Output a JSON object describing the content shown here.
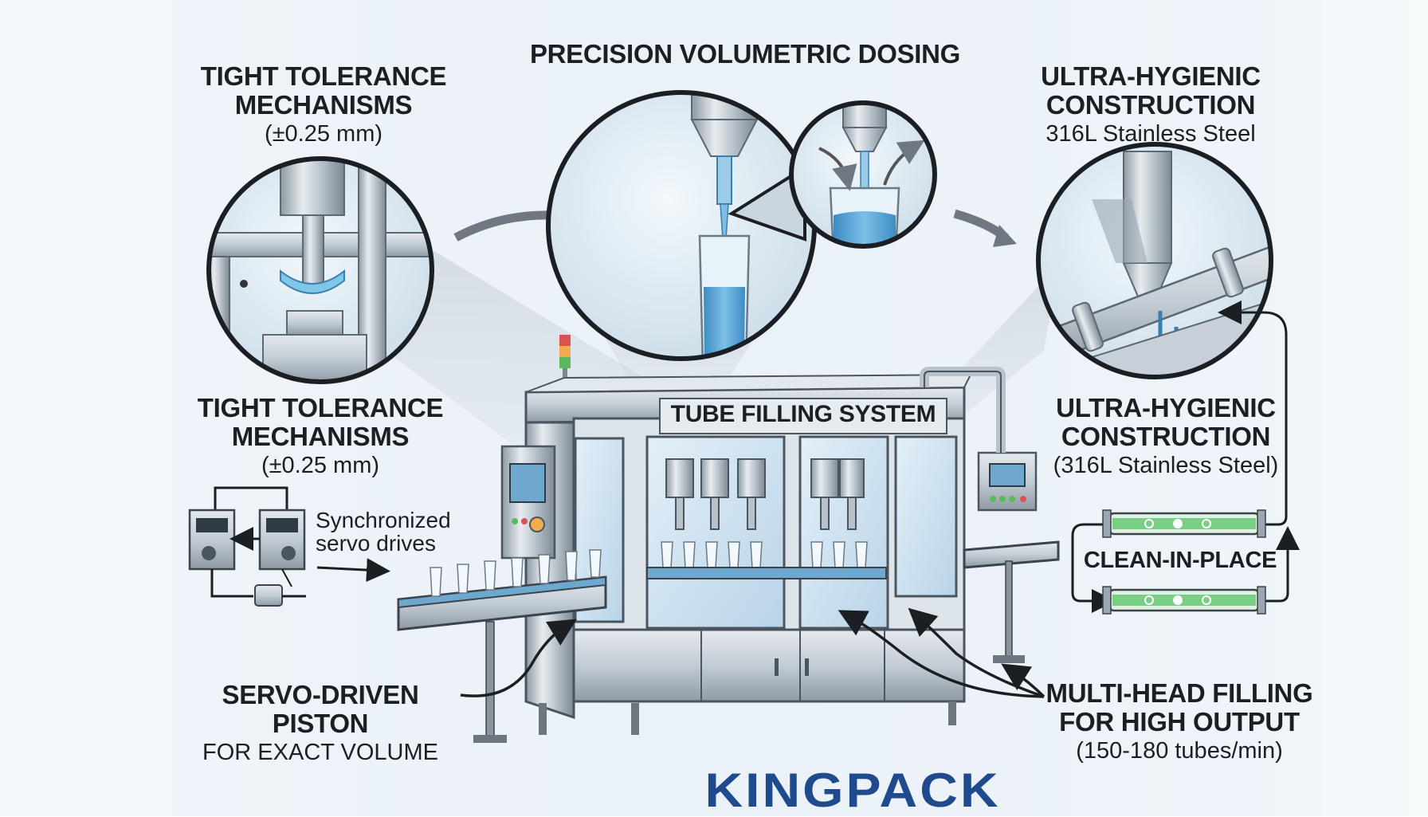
{
  "labels": {
    "top_left": {
      "title_line1": "TIGHT TOLERANCE",
      "title_line2": "MECHANISMS",
      "sub": "(±0.25 mm)"
    },
    "top_center": {
      "title": "PRECISION VOLUMETRIC DOSING"
    },
    "top_right": {
      "title_line1": "ULTRA-HYGIENIC",
      "title_line2": "CONSTRUCTION",
      "sub": "316L Stainless Steel"
    },
    "mid_left": {
      "title_line1": "TIGHT TOLERANCE",
      "title_line2": "MECHANISMS",
      "sub": "(±0.25 mm)"
    },
    "mid_right": {
      "title_line1": "ULTRA-HYGIENIC",
      "title_line2": "CONSTRUCTION",
      "sub": "(316L Stainless Steel)"
    },
    "servo_drives": {
      "line1": "Synchronized",
      "line2": "servo drives"
    },
    "clean_in_place": "CLEAN-IN-PLACE",
    "machine_title": "TUBE FILLING SYSTEM",
    "bottom_left": {
      "title": "SERVO-DRIVEN PISTON",
      "sub": "FOR EXACT VOLUME"
    },
    "bottom_right": {
      "title_line1": "MULTI-HEAD FILLING",
      "title_line2": "FOR HIGH OUTPUT",
      "sub": "(150-180 tubes/min)"
    }
  },
  "brand": "KINGPACK",
  "colors": {
    "background": "#eaf1f7",
    "steel": "#b9c2cb",
    "steel_dark": "#7d8893",
    "liquid": "#5aa6d6",
    "glass": "#cfe3f1",
    "arrow": "#6f7882",
    "pipe_green": "#3db34a",
    "brand": "#1f4a8e",
    "text": "#1b1f24"
  }
}
